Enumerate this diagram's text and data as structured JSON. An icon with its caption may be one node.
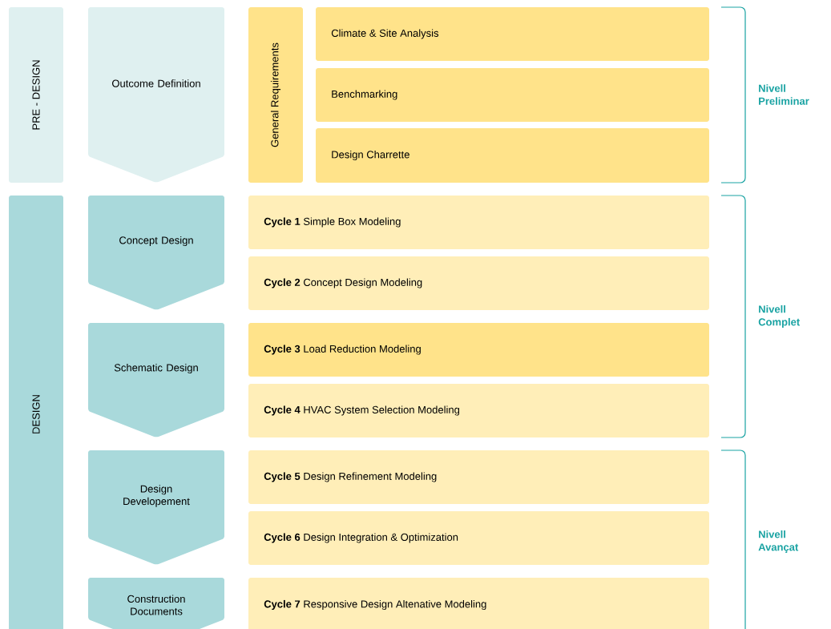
{
  "diagram": {
    "nodes": [
      {
        "text": [
          "PRE - DESIGN"
        ]
      },
      {
        "text": [
          "DESIGN"
        ]
      },
      {
        "text": [
          "Outcome Definition"
        ]
      },
      {
        "text": [
          "Concept Design"
        ]
      },
      {
        "text": [
          "Schematic Design"
        ]
      },
      {
        "text": [
          "Design Developement"
        ]
      },
      {
        "text": [
          "Construction Documents"
        ]
      },
      {
        "text": [
          "General Requirements"
        ]
      },
      {
        "text": [
          "Climate & Site Analysis"
        ]
      },
      {
        "text": [
          "Benchmarking"
        ]
      },
      {
        "text": [
          "Design Charrette"
        ]
      },
      {
        "text": [
          "**Cycle 1** Simple Box Modeling"
        ]
      },
      {
        "text": [
          "**Cycle 2** Concept Design Modeling"
        ]
      },
      {
        "text": [
          "**Cycle 3** Load Reduction Modeling"
        ]
      },
      {
        "text": [
          "**Cycle 4** HVAC System Selection Modeling"
        ]
      },
      {
        "text": [
          "**Cycle 5** Design Refinement Modeling"
        ]
      },
      {
        "text": [
          "**Cycle 6** Design Integration & Optimization"
        ]
      },
      {
        "text": [
          "**Cycle 7** Responsive Design Altenative Modeling"
        ]
      }
    ],
    "labels": [
      "Nivell Preliminar",
      "Nivell Complet",
      "Nivell Avançat"
    ]
  }
}
